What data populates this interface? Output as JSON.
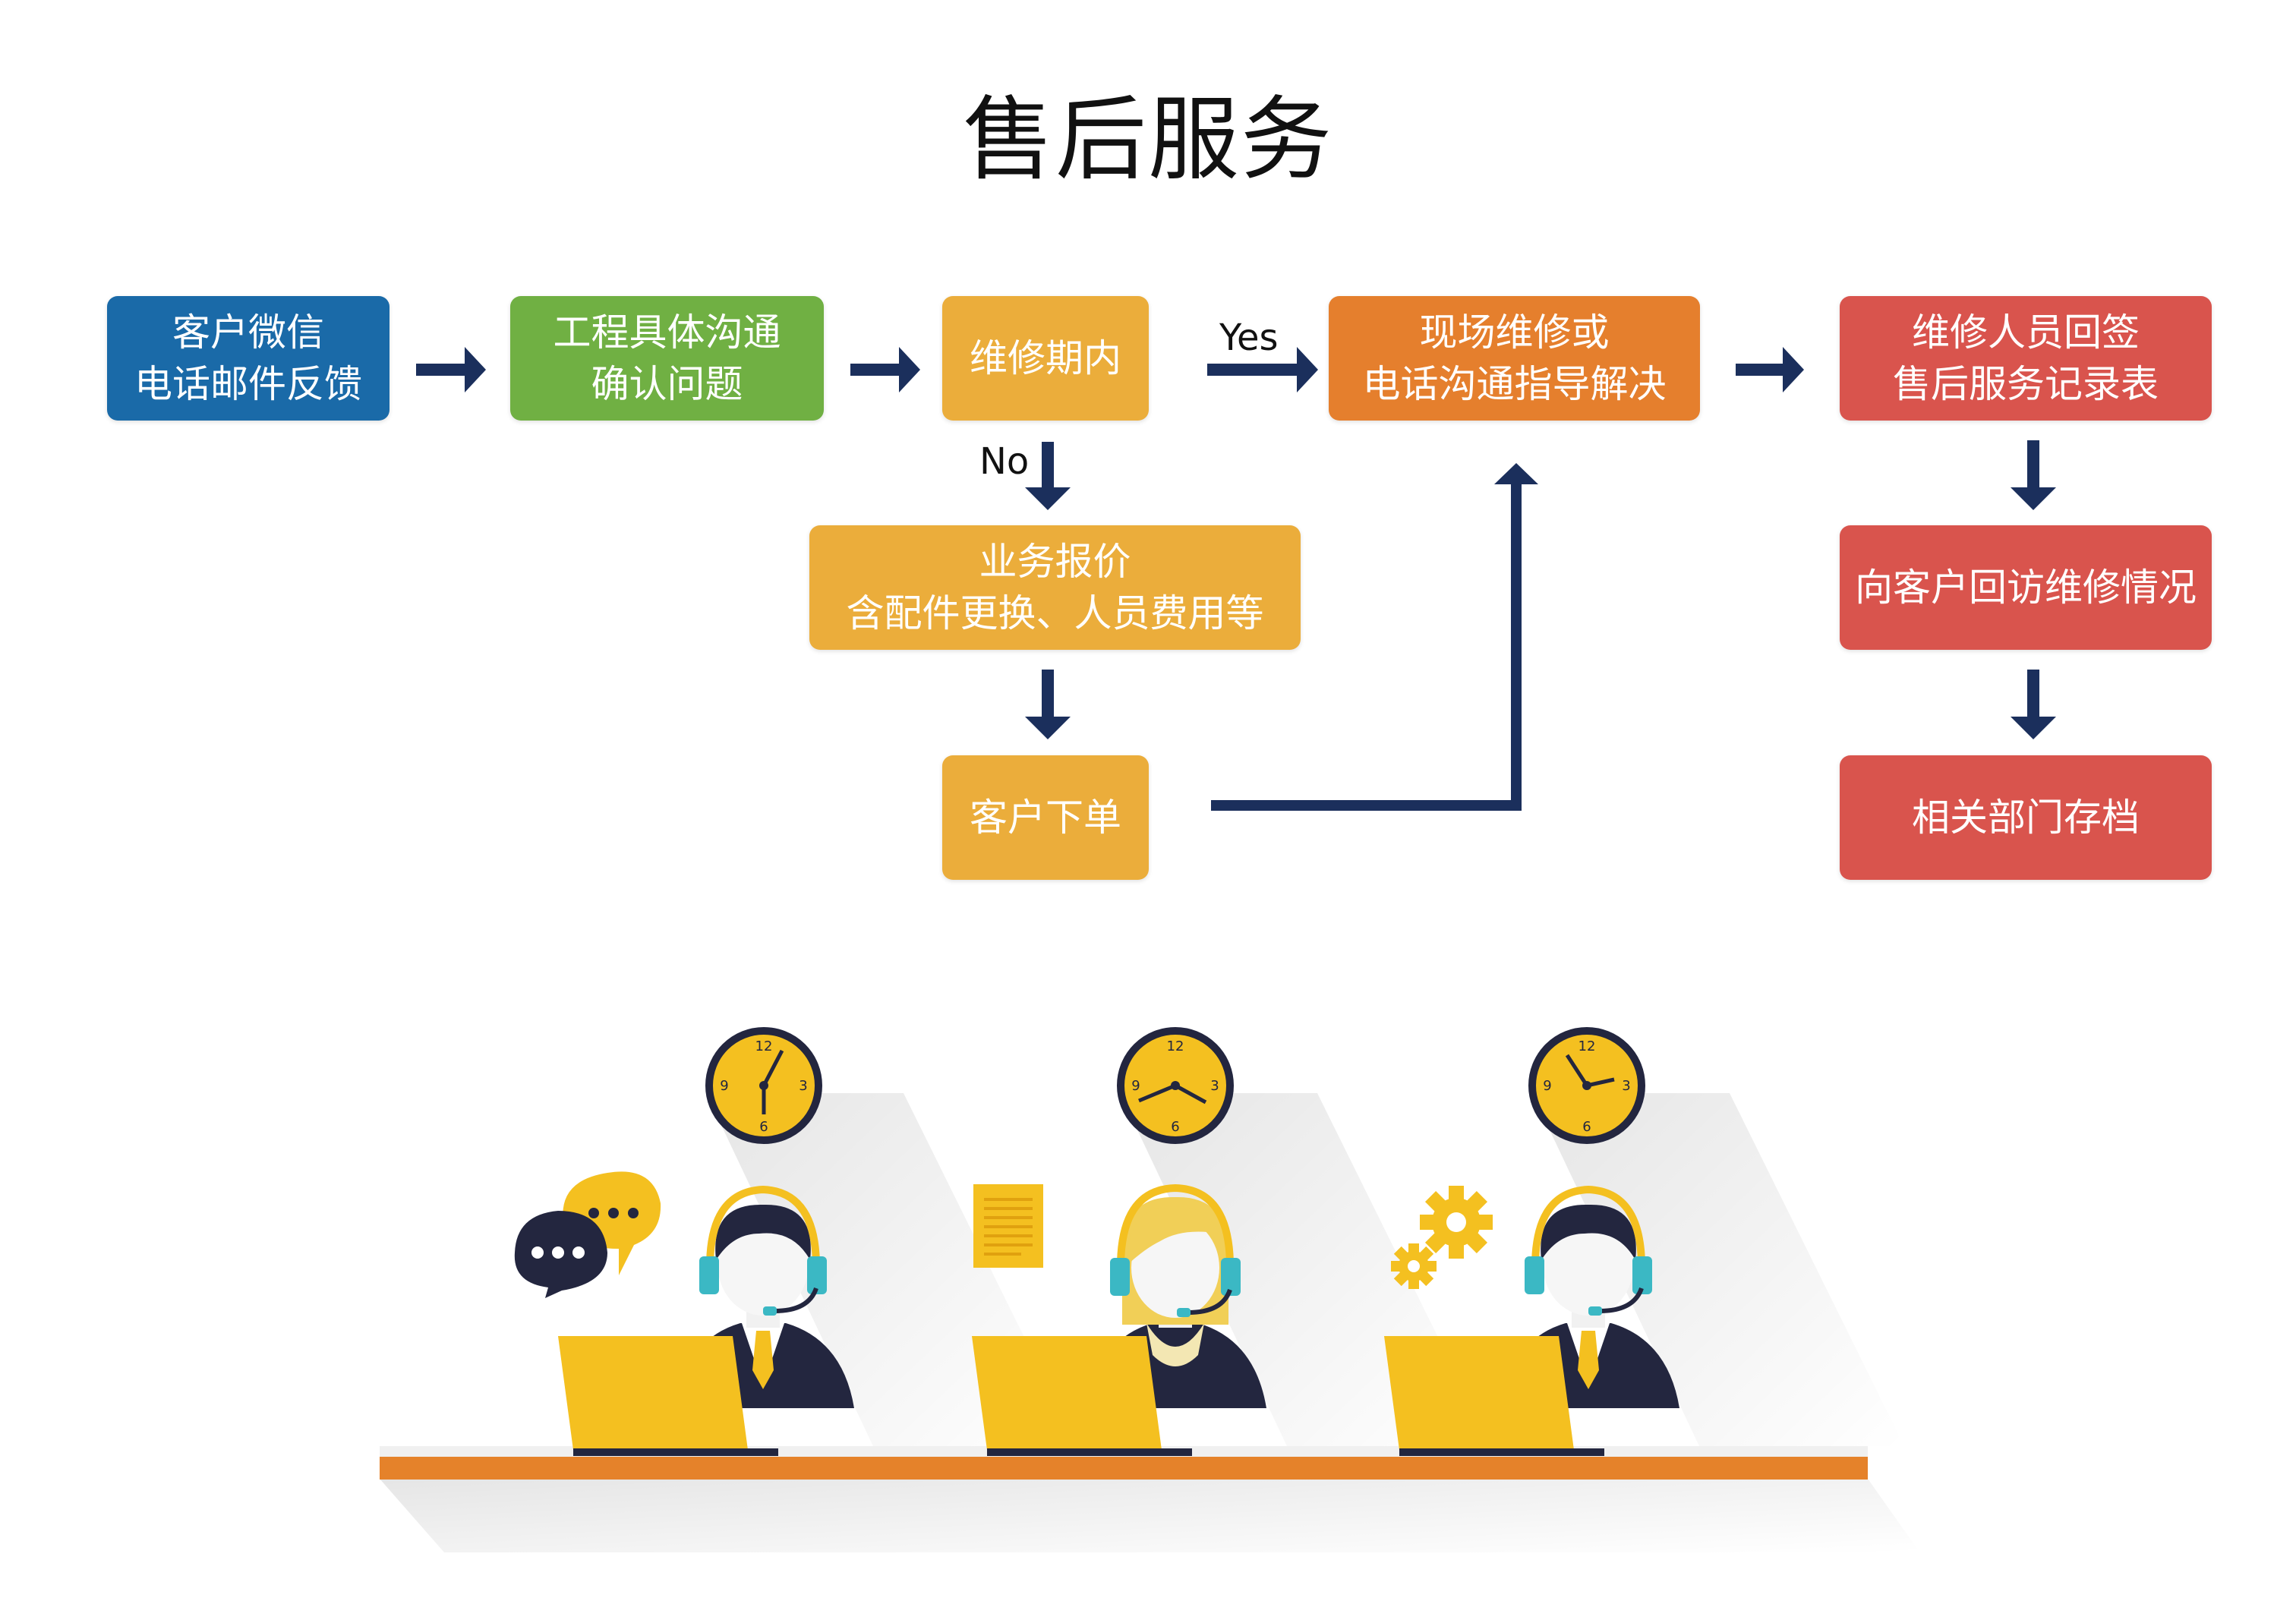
{
  "title": "售后服务",
  "nodes": {
    "feedback": {
      "lines": [
        "客户微信",
        "电话邮件反馈"
      ],
      "color": "#1a6aa8"
    },
    "confirm": {
      "lines": [
        "工程具体沟通",
        "确认问题"
      ],
      "color": "#70b043"
    },
    "warranty": {
      "lines": [
        "维修期内"
      ],
      "color": "#ebad3b"
    },
    "onsite": {
      "lines": [
        "现场维修或",
        "电话沟通指导解决"
      ],
      "color": "#e57f2d"
    },
    "sign": {
      "lines": [
        "维修人员回签",
        "售后服务记录表"
      ],
      "color": "#d9544d"
    },
    "quote": {
      "lines": [
        "业务报价",
        "含配件更换、人员费用等"
      ],
      "color": "#ebad3b"
    },
    "order": {
      "lines": [
        "客户下单"
      ],
      "color": "#ebad3b"
    },
    "revisit": {
      "lines": [
        "向客户回访维修情况"
      ],
      "color": "#d9544d"
    },
    "archive": {
      "lines": [
        "相关部门存档"
      ],
      "color": "#d9544d"
    }
  },
  "edge_labels": {
    "yes": "Yes",
    "no": "No"
  },
  "illustration": {
    "agents": [
      {
        "type": "male",
        "prop": "chat-bubble-icon"
      },
      {
        "type": "female",
        "prop": "document-icon"
      },
      {
        "type": "male",
        "prop": "gear-icon"
      }
    ],
    "clock_numbers": [
      "12",
      "3",
      "6",
      "9"
    ],
    "colors": {
      "arrow": "#1b2f5c",
      "accent_yellow": "#f4c020",
      "desk_orange": "#e5822a",
      "suit_navy": "#23263f",
      "headset_teal": "#3bb8c4"
    }
  }
}
